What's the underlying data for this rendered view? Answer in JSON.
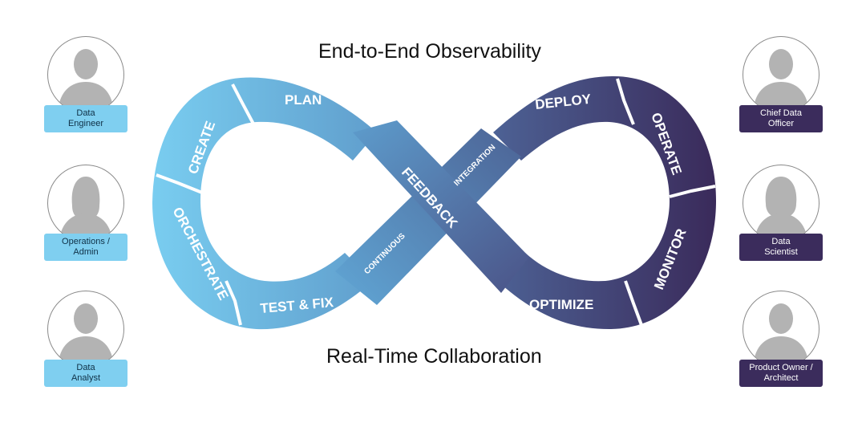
{
  "headlines": {
    "top": "End-to-End Observability",
    "bottom": "Real-Time Collaboration"
  },
  "loop": {
    "left_stages": [
      "PLAN",
      "CREATE",
      "ORCHESTRATE",
      "TEST & FIX"
    ],
    "right_stages": [
      "DEPLOY",
      "OPERATE",
      "MONITOR",
      "OPTIMIZE"
    ],
    "center": {
      "feedback": "FEEDBACK",
      "integration": "INTEGRATION",
      "continuous": "CONTINUOUS"
    },
    "colors": {
      "left": "#6fc7ec",
      "mid": "#5a8fbf",
      "right": "#3d2f5e"
    }
  },
  "personas_left": [
    {
      "role_line1": "Data",
      "role_line2": "Engineer",
      "icon": "person-male-icon"
    },
    {
      "role_line1": "Operations /",
      "role_line2": "Admin",
      "icon": "person-female-icon"
    },
    {
      "role_line1": "Data",
      "role_line2": "Analyst",
      "icon": "person-male-icon"
    }
  ],
  "personas_right": [
    {
      "role_line1": "Chief Data",
      "role_line2": "Officer",
      "icon": "person-male-icon"
    },
    {
      "role_line1": "Data",
      "role_line2": "Scientist",
      "icon": "person-female-icon"
    },
    {
      "role_line1": "Product Owner /",
      "role_line2": "Architect",
      "icon": "person-male-icon"
    }
  ]
}
